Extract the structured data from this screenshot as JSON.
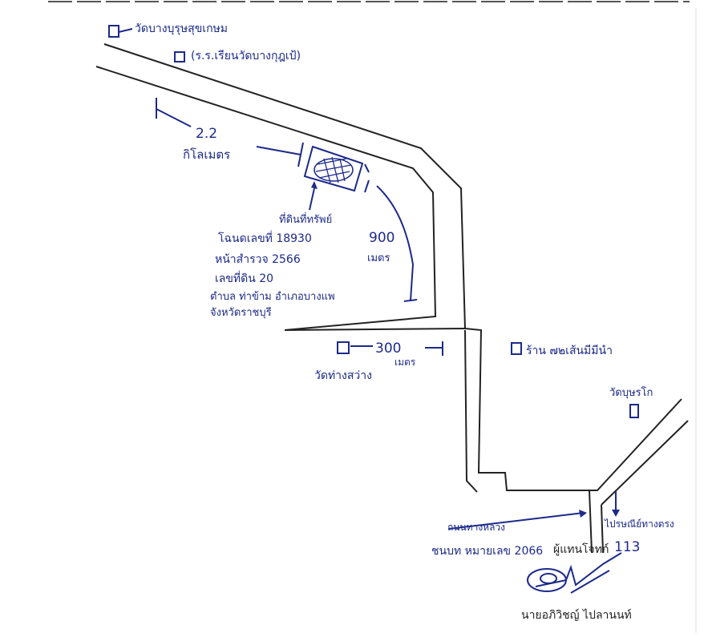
{
  "landmarks": {
    "top_left_1": "วัดบางบุรุษสุขเกษม",
    "top_left_2": "(ร.ร.เรียนวัดบางกุฎเป้)",
    "shop": "ร้าน ๗๒เส้นมีมีนำ",
    "temple_right": "วัดบุษรโก",
    "bottom_left_label": "วัดท่างสว่าง"
  },
  "distances": {
    "d1_value": "2.2",
    "d1_unit": "กิโลเมตร",
    "d2_value": "900",
    "d2_unit": "เมตร",
    "d3_value": "300",
    "d3_unit": "เมตร"
  },
  "property": {
    "label": "ที่ดินที่ทรัพย์",
    "deed": "โฉนดเลขที่ 18930",
    "page": "หน้าสำรวจ 2566",
    "parcel": "เลขที่ดิน 20",
    "location_1": "ตำบล ท่าข้าม อำเภอบางแพ",
    "location_2": "จังหวัดราชบุรี"
  },
  "roads": {
    "main_road_1": "ถนนทางหลวง",
    "main_road_2": "ชนบท หมายเลข 2066",
    "right_road": "ไปรษณีย์ทางตรง"
  },
  "signature": {
    "role_label": "ผู้แทนโจทก์",
    "number": "113",
    "name": "นายอภิวิชญ์ ไปลานนท์"
  },
  "colors": {
    "ink": "#1c2a8a",
    "road": "#222222"
  }
}
